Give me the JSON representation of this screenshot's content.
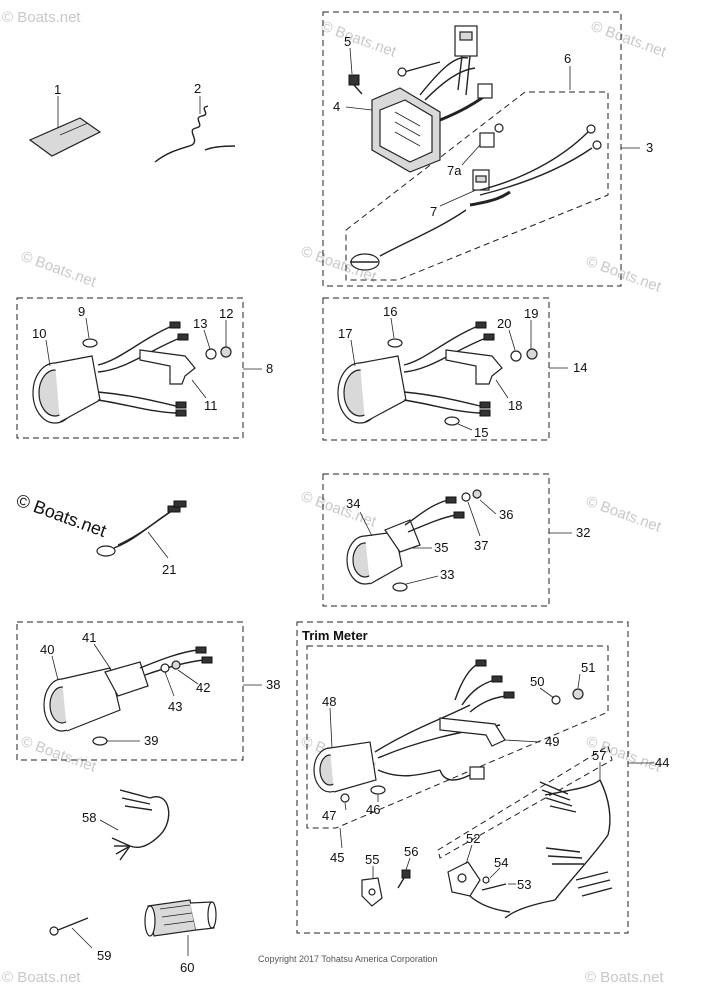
{
  "watermark": "© Boats.net",
  "watermark_main": "© Boats.net",
  "trim_meter_title": "Trim Meter",
  "copyright": "Copyright 2017 Tohatsu America Corporation",
  "part_numbers": {
    "p1": "1",
    "p2": "2",
    "p3": "3",
    "p4": "4",
    "p5": "5",
    "p6": "6",
    "p7": "7",
    "p7a": "7a",
    "p8": "8",
    "p9": "9",
    "p10": "10",
    "p11": "11",
    "p12": "12",
    "p13": "13",
    "p14": "14",
    "p15": "15",
    "p16": "16",
    "p17": "17",
    "p18": "18",
    "p19": "19",
    "p20": "20",
    "p21": "21",
    "p32": "32",
    "p33": "33",
    "p34": "34",
    "p35": "35",
    "p36": "36",
    "p37": "37",
    "p38": "38",
    "p39": "39",
    "p40": "40",
    "p41": "41",
    "p42": "42",
    "p43": "43",
    "p44": "44",
    "p45": "45",
    "p46": "46",
    "p47": "47",
    "p48": "48",
    "p49": "49",
    "p50": "50",
    "p51": "51",
    "p52": "52",
    "p53": "53",
    "p54": "54",
    "p55": "55",
    "p56": "56",
    "p57": "57",
    "p58": "58",
    "p59": "59",
    "p60": "60"
  }
}
